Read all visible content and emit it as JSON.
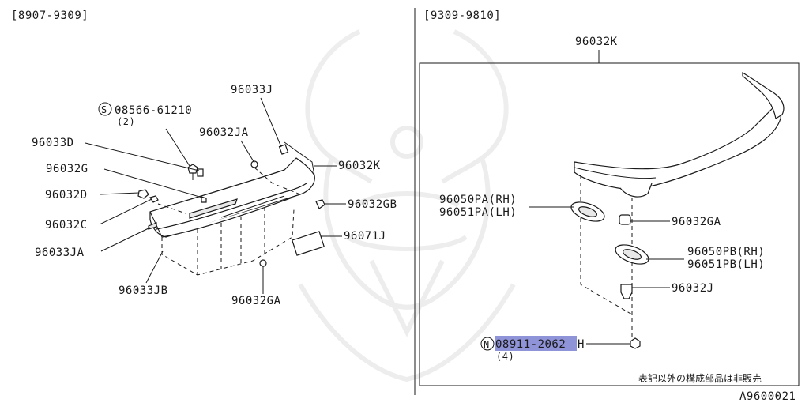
{
  "left_panel": {
    "date_range": "[8907-9309]",
    "labels": {
      "screw": "08566-61210",
      "screw_qty": "(2)",
      "p96033J": "96033J",
      "p96032JA": "96032JA",
      "p96033D": "96033D",
      "p96032K": "96032K",
      "p96032G": "96032G",
      "p96032D": "96032D",
      "p96032GB": "96032GB",
      "p96032C": "96032C",
      "p96071J": "96071J",
      "p96033JA": "96033JA",
      "p96033JB": "96033JB",
      "p96032GA": "96032GA"
    },
    "screw_symbol": "S"
  },
  "right_panel": {
    "date_range": "[9309-9810]",
    "labels": {
      "assembly": "96032K",
      "pad_rh": "96050PA(RH)",
      "pad_lh": "96051PA(LH)",
      "grommet": "96032GA",
      "pad2_rh": "96050PB(RH)",
      "pad2_lh": "96051PB(LH)",
      "clip": "96032J",
      "nut_highlight": "08911-2062",
      "nut_suffix": "H",
      "nut_qty": "(4)"
    },
    "nut_symbol": "N",
    "footnote": "表記以外の構成部品は非販売"
  },
  "diagram_code": "A9600021",
  "highlight_color": "#8f93d8"
}
